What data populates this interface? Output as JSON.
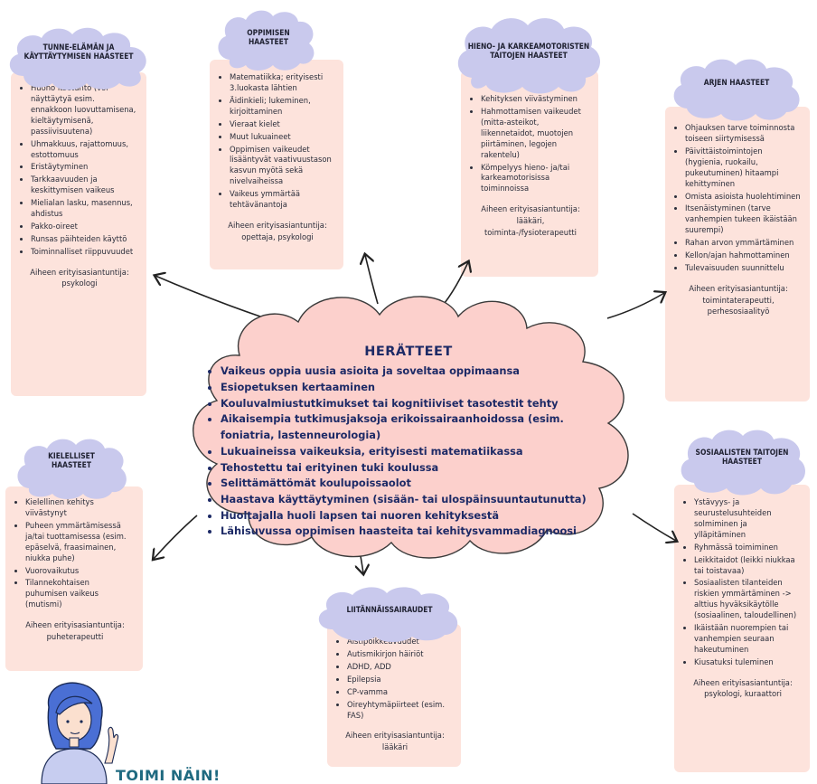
{
  "central": {
    "title": "HERÄTTEET",
    "items": [
      "Vaikeus oppia uusia asioita ja soveltaa oppimaansa",
      "Esiopetuksen kertaaminen",
      "Kouluvalmiustutkimukset tai kognitiiviset tasotestit tehty",
      "Aikaisempia tutkimusjaksoja erikoissairaanhoidossa (esim. foniatria, lastenneurologia)",
      "Lukuaineissa vaikeuksia, erityisesti matematiikassa",
      "Tehostettu tai erityinen tuki koulussa",
      "Selittämättömät koulupoissaolot",
      "Haastava käyttäytyminen (sisään- tai ulospäinsuuntautunutta)",
      "Huoltajalla huoli lapsen tai nuoren kehityksestä",
      "Lähisuvussa oppimisen haasteita tai kehitysvammadiagnoosi"
    ]
  },
  "sections": {
    "tunne": {
      "title": "TUNNE-ELÄMÄN JA KÄYTTÄYTYMISEN HAASTEET",
      "items": [
        "Huono itsetunto (voi näyttäytyä esim. ennakkoon luovuttamisena, kieltäytymisenä, passiivisuutena)",
        "Uhmakkuus, rajattomuus, estottomuus",
        "Eristäytyminen",
        "Tarkkaavuuden ja keskittymisen vaikeus",
        "Mielialan lasku, masennus, ahdistus",
        "Pakko-oireet",
        "Runsas päihteiden käyttö",
        "Toiminnalliset riippuvuudet"
      ],
      "expert": "Aiheen erityisasiantuntija: psykologi"
    },
    "oppiminen": {
      "title": "OPPIMISEN HAASTEET",
      "items": [
        "Matematiikka; erityisesti 3.luokasta lähtien",
        "Äidinkieli; lukeminen, kirjoittaminen",
        "Vieraat kielet",
        "Muut lukuaineet",
        "Oppimisen vaikeudet lisääntyvät vaativuustason kasvun myötä sekä nivelvaiheissa",
        "Vaikeus ymmärtää tehtävänantoja"
      ],
      "expert": "Aiheen erityisasiantuntija: opettaja, psykologi"
    },
    "motoriikka": {
      "title": "HIENO- JA KARKEAMOTORISTEN TAITOJEN HAASTEET",
      "items": [
        "Kehityksen viivästyminen",
        "Hahmottamisen vaikeudet (mitta-asteikot, liikennetaidot, muotojen piirtäminen, legojen rakentelu)",
        "Kömpelyys hieno- ja/tai karkeamotorisissa toiminnoissa"
      ],
      "expert": "Aiheen erityisasiantuntija: lääkäri, toiminta-/fysioterapeutti"
    },
    "arki": {
      "title": "ARJEN HAASTEET",
      "items": [
        "Ohjauksen tarve toiminnosta toiseen siirtymisessä",
        "Päivittäistoimintojen (hygienia, ruokailu, pukeutuminen) hitaampi kehittyminen",
        "Omista asioista huolehtiminen",
        "Itsenäistyminen (tarve vanhempien tukeen ikäistään suurempi)",
        "Rahan arvon ymmärtäminen",
        "Kellon/ajan hahmottaminen",
        "Tulevaisuuden suunnittelu"
      ],
      "expert": "Aiheen erityisasiantuntija: toimintaterapeutti, perhesosiaalityö"
    },
    "kieli": {
      "title": "KIELELLISET HAASTEET",
      "items": [
        "Kielellinen kehitys viivästynyt",
        "Puheen ymmärtämisessä ja/tai tuottamisessa (esim. epäselvä, fraasimainen, niukka puhe)",
        "Vuorovaikutus",
        "Tilannekohtaisen puhumisen vaikeus (mutismi)"
      ],
      "expert": "Aiheen erityisasiantuntija: puheterapeutti"
    },
    "liitannais": {
      "title": "LIITÄNNÄISSAIRAUDET",
      "items": [
        "Aistipoikkeavuudet",
        "Autismikirjon häiriöt",
        "ADHD, ADD",
        "Epilepsia",
        "CP-vamma",
        "Oireyhtymäpiirteet (esim. FAS)"
      ],
      "expert": "Aiheen erityisasiantuntija: lääkäri"
    },
    "sosiaali": {
      "title": "SOSIAALISTEN TAITOJEN HAASTEET",
      "items": [
        "Ystävyys- ja seurustelusuhteiden solmiminen ja ylläpitäminen",
        "Ryhmässä toimiminen",
        "Leikkitaidot (leikki niukkaa tai toistavaa)",
        "Sosiaalisten tilanteiden riskien ymmärtäminen -> alttius hyväksikäytölle (sosiaalinen, taloudellinen)",
        "Ikäistään nuorempien tai vanhempien seuraan hakeutuminen",
        "Kiusatuksi tuleminen"
      ],
      "expert": "Aiheen erityisasiantuntija: psykologi, kuraattori"
    }
  },
  "footer": {
    "toimi": "TOIMI NÄIN!"
  },
  "colors": {
    "card": "#fde3dc",
    "cloud_small": "#c9c9ed",
    "cloud_main": "#fcd0cc",
    "title_navy": "#1d2a66",
    "arrow": "#222222",
    "toimi_teal": "#1f6a80"
  }
}
